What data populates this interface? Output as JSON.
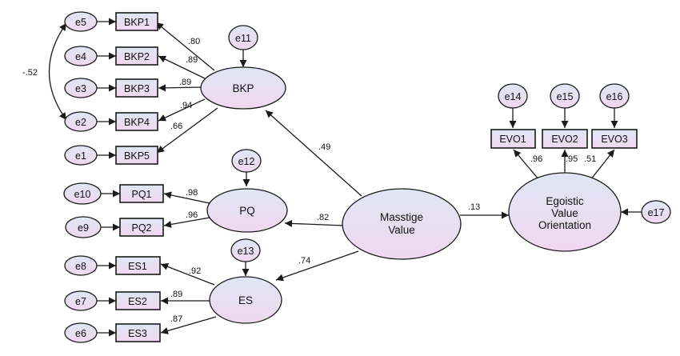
{
  "colors": {
    "fill_top": "#dfe6f5",
    "fill_bottom": "#f0d8f0",
    "stroke": "#1a1a1a"
  },
  "latent": {
    "BKP": "BKP",
    "PQ": "PQ",
    "ES": "ES",
    "MV": [
      "Masstige",
      "Value"
    ],
    "EVO": [
      "Egoistic",
      "Value",
      "Orientation"
    ]
  },
  "indicators": {
    "BKP1": "BKP1",
    "BKP2": "BKP2",
    "BKP3": "BKP3",
    "BKP4": "BKP4",
    "BKP5": "BKP5",
    "PQ1": "PQ1",
    "PQ2": "PQ2",
    "ES1": "ES1",
    "ES2": "ES2",
    "ES3": "ES3",
    "EVO1": "EVO1",
    "EVO2": "EVO2",
    "EVO3": "EVO3"
  },
  "errors": {
    "e1": "e1",
    "e2": "e2",
    "e3": "e3",
    "e4": "e4",
    "e5": "e5",
    "e6": "e6",
    "e7": "e7",
    "e8": "e8",
    "e9": "e9",
    "e10": "e10",
    "e11": "e11",
    "e12": "e12",
    "e13": "e13",
    "e14": "e14",
    "e15": "e15",
    "e16": "e16",
    "e17": "e17"
  },
  "coefficients": {
    "bkp1": ".80",
    "bkp2": ".89",
    "bkp3": ".89",
    "bkp4": ".94",
    "bkp5": ".66",
    "pq1": ".98",
    "pq2": ".96",
    "es1": ".92",
    "es2": ".89",
    "es3": ".87",
    "evo1": ".96",
    "evo2": ".95",
    "evo3": ".51",
    "mv_bkp": ".49",
    "mv_pq": ".82",
    "mv_es": ".74",
    "mv_evo": ".13",
    "cov_e5_e2": "-.52"
  }
}
